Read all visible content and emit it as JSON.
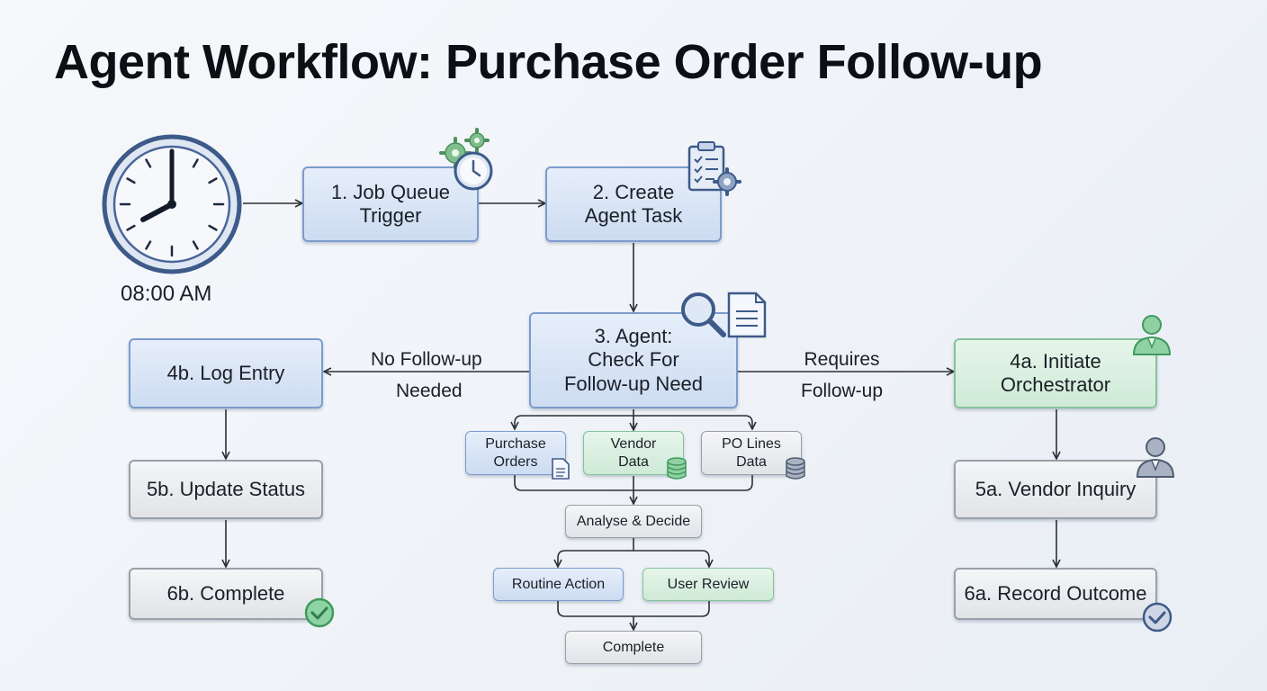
{
  "title": "Agent Workflow: Purchase Order Follow-up",
  "clock": {
    "time_label": "08:00 AM"
  },
  "nodes": {
    "job_queue": [
      "1. Job Queue",
      "Trigger"
    ],
    "create_task": [
      "2. Create",
      "Agent Task"
    ],
    "check_need": [
      "3. Agent:",
      "Check For",
      "Follow-up Need"
    ],
    "log_entry": "4b. Log Entry",
    "update_status": "5b. Update Status",
    "complete_b": "6b. Complete",
    "orchestrator": [
      "4a. Initiate",
      "Orchestrator"
    ],
    "vendor_inquiry": "5a. Vendor Inquiry",
    "record_outcome": "6a. Record Outcome",
    "purchase_orders": [
      "Purchase",
      "Orders"
    ],
    "vendor_data": [
      "Vendor",
      "Data"
    ],
    "po_lines": [
      "PO Lines",
      "Data"
    ],
    "analyse": "Analyse & Decide",
    "routine": "Routine Action",
    "user_review": "User Review",
    "complete": "Complete"
  },
  "edge_labels": {
    "no_followup": [
      "No Follow-up",
      "Needed"
    ],
    "requires": [
      "Requires",
      "Follow-up"
    ]
  },
  "icons": [
    "clock-icon",
    "gears-clock-icon",
    "clipboard-gear-icon",
    "magnifier-document-icon",
    "person-icon",
    "database-icon",
    "document-icon",
    "check-badge-icon"
  ],
  "colors": {
    "blue_border": "#7b9ccd",
    "green_border": "#86c29a",
    "gray_border": "#9aa0a8",
    "check_green": "#52b375"
  }
}
